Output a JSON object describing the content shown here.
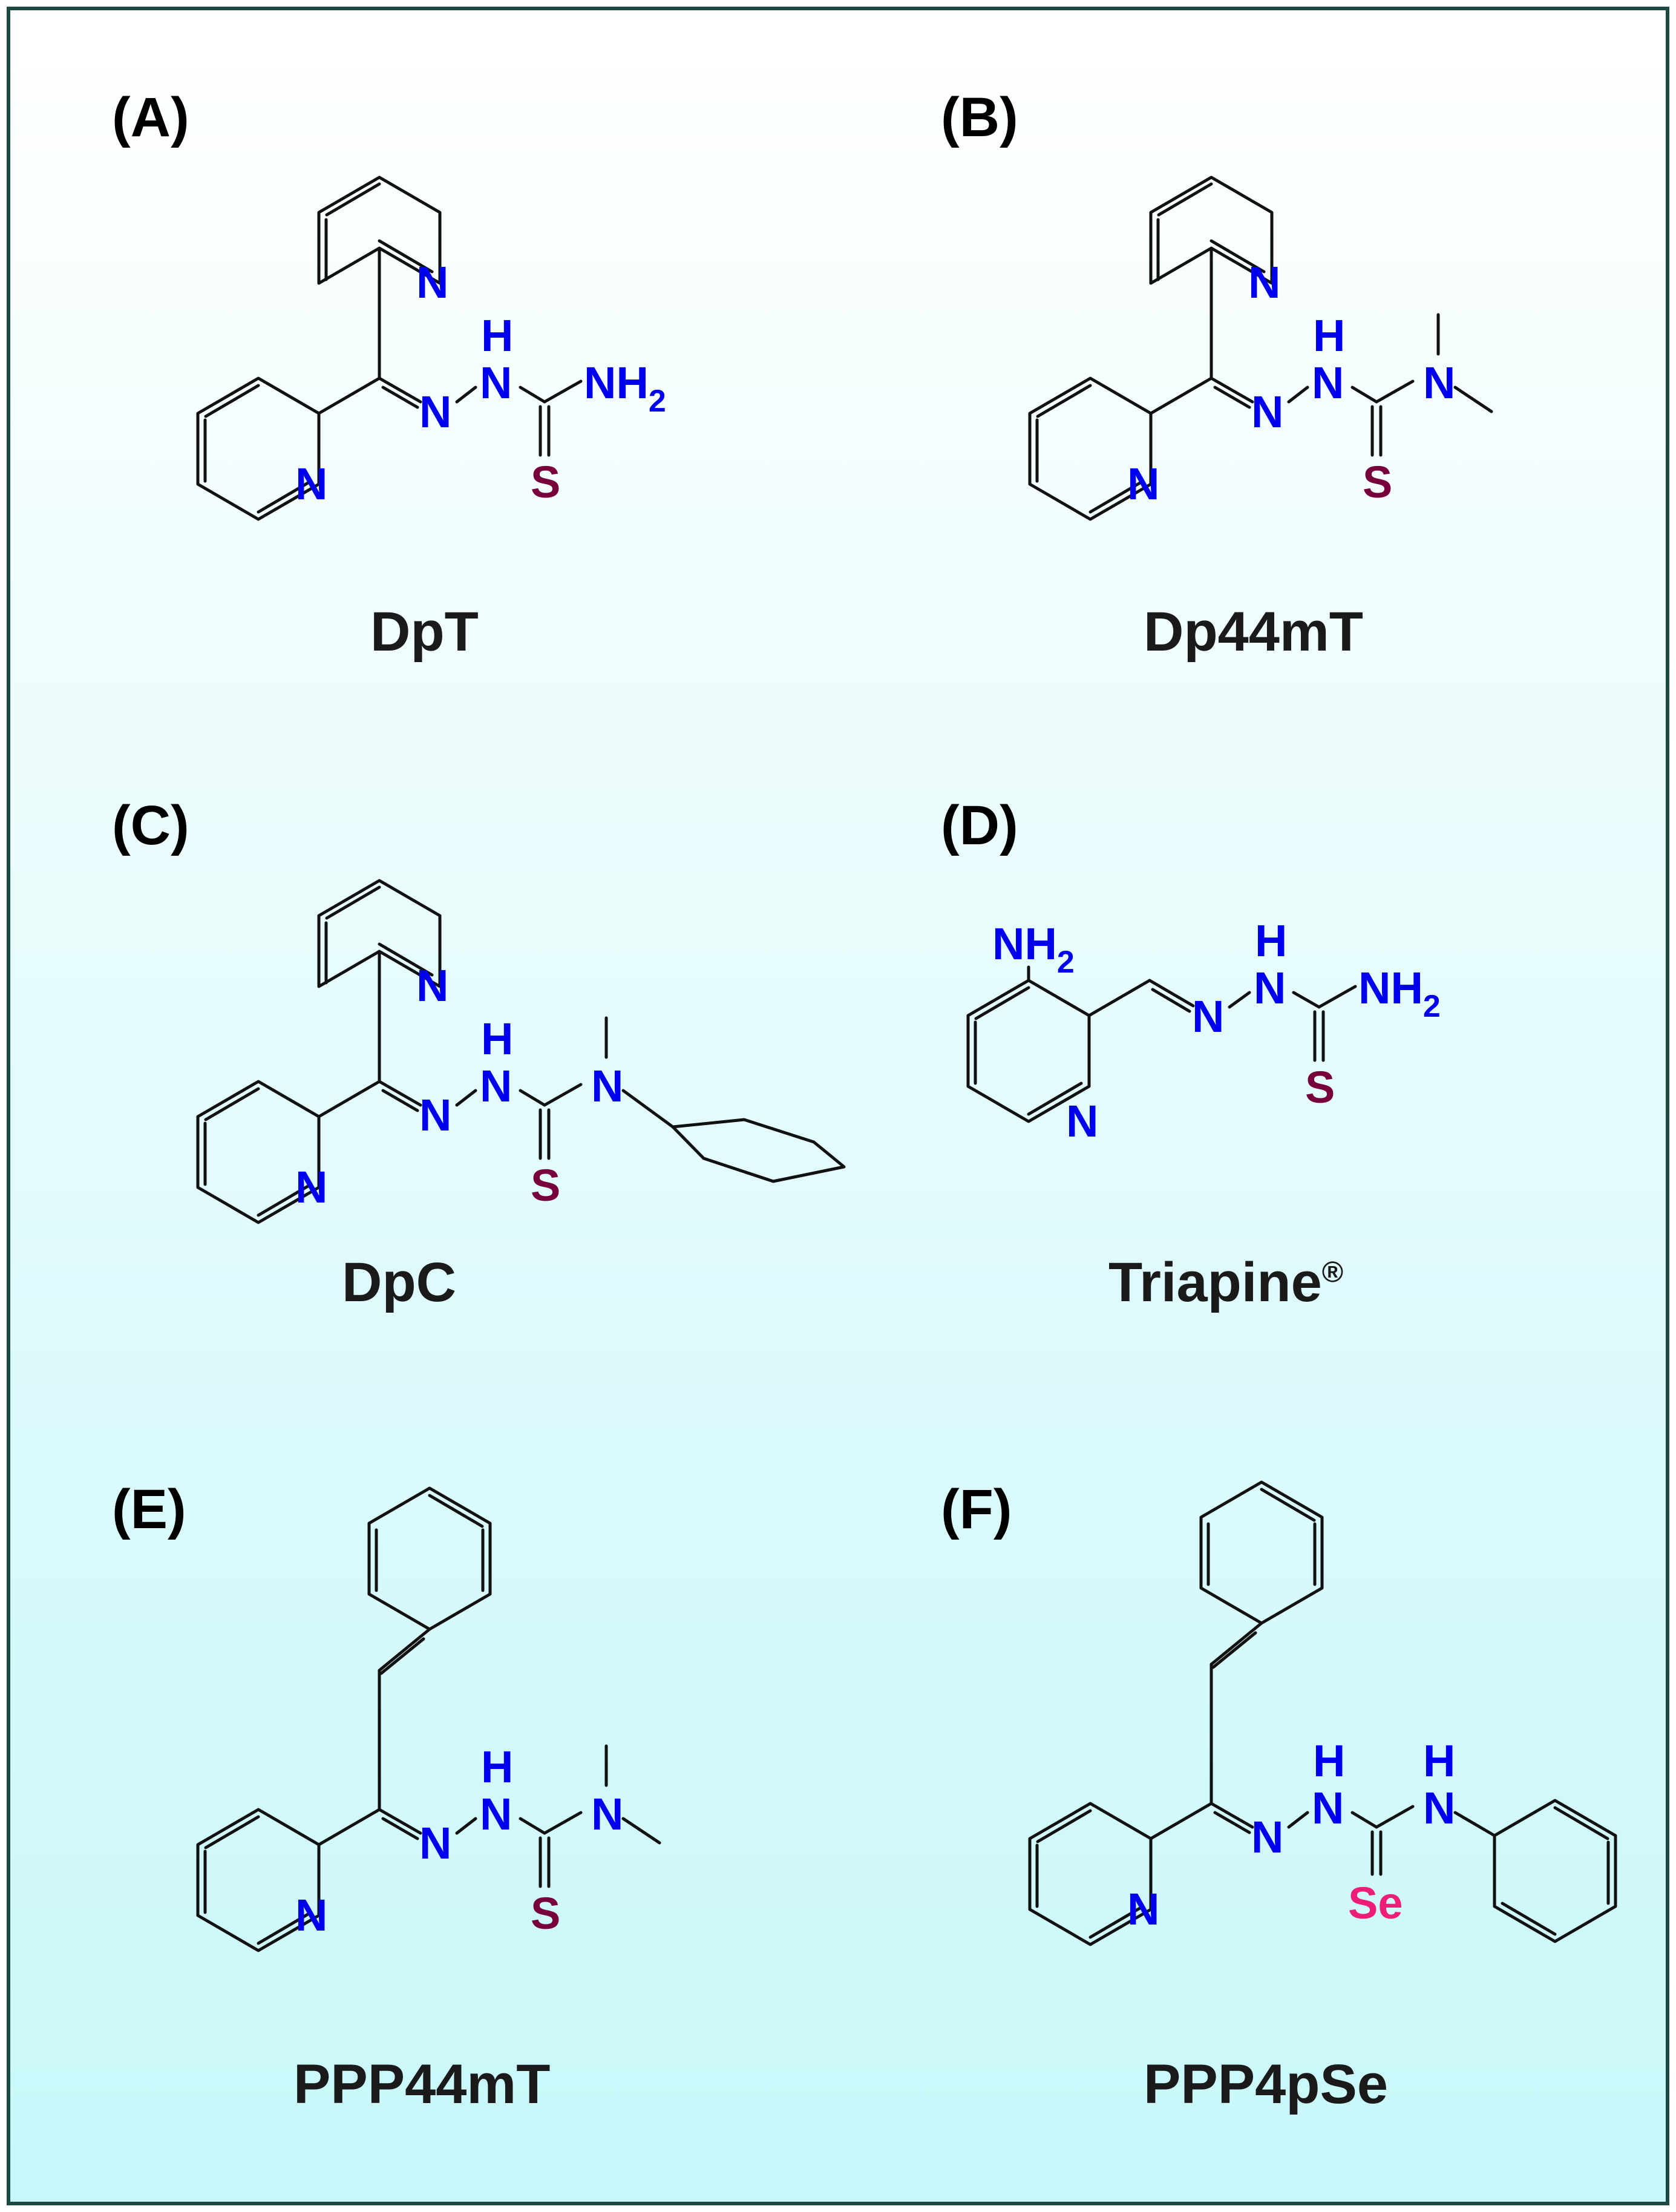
{
  "colors": {
    "border": "#1f4a44",
    "background_top": "#ffffff",
    "background_bottom": "#c8f7f9",
    "nitrogen": "#0000ee",
    "sulfur": "#77003c",
    "selenium": "#ee1e76",
    "bond": "#111111"
  },
  "atoms": {
    "N": "N",
    "H": "H",
    "NH2_main": "NH",
    "NH2_sub": "2",
    "S": "S",
    "Se": "Se"
  },
  "panels": [
    {
      "label": "(A)",
      "name": "DpT",
      "superscript": ""
    },
    {
      "label": "(B)",
      "name": "Dp44mT",
      "superscript": ""
    },
    {
      "label": "(C)",
      "name": "DpC",
      "superscript": ""
    },
    {
      "label": "(D)",
      "name": "Triapine",
      "superscript": "®"
    },
    {
      "label": "(E)",
      "name": "PPP44mT",
      "superscript": ""
    },
    {
      "label": "(F)",
      "name": "PPP4pSe",
      "superscript": ""
    }
  ]
}
